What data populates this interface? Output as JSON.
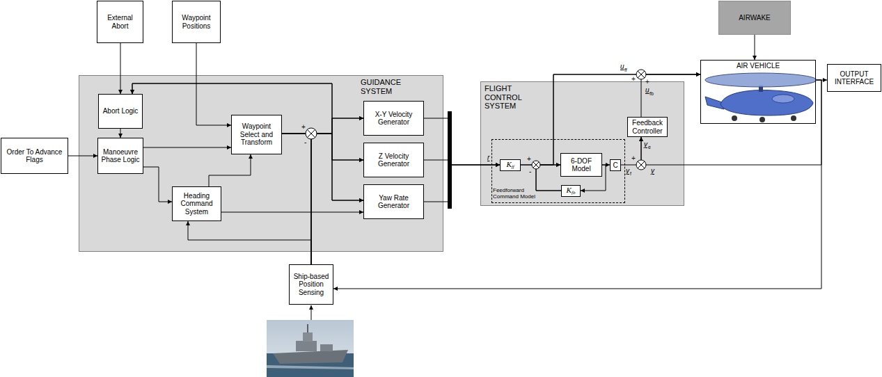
{
  "diagram": {
    "nodes": [
      {
        "text": [
          "External Abort"
        ]
      },
      {
        "text": [
          "Waypoint Positions"
        ]
      },
      {
        "text": [
          "GUIDANCE SYSTEM"
        ]
      },
      {
        "text": [
          "Abort Logic"
        ],
        "in": 2
      },
      {
        "text": [
          "Manoeuvre Phase Logic"
        ],
        "in": 2
      },
      {
        "text": [
          "Heading Command System"
        ],
        "in": 2
      },
      {
        "text": [
          "Waypoint Select and Transform"
        ],
        "in": 2
      },
      {
        "text": [
          "X-Y Velocity Generator"
        ],
        "in": 2
      },
      {
        "text": [
          "Z Velocity Generator"
        ],
        "in": 2
      },
      {
        "text": [
          "Yaw Rate Generator"
        ],
        "in": 2
      },
      {
        "text": [
          "Order To Advance Flags"
        ]
      },
      {
        "text": [
          "FLIGHT CONTROL SYSTEM"
        ]
      },
      {
        "text": [
          "Feedforward Command Model"
        ],
        "in": 11
      },
      {
        "text": [
          "K",
          "ff"
        ],
        "in": 12
      },
      {
        "text": [
          "6-DOF Model"
        ],
        "in": 12
      },
      {
        "text": [
          "C"
        ],
        "in": 12
      },
      {
        "text": [
          "K",
          "fb"
        ],
        "in": 12
      },
      {
        "text": [
          "Feedback Controller"
        ],
        "in": 11
      },
      {
        "text": [
          "AIRWAKE"
        ]
      },
      {
        "text": [
          "AIR VEHICLE"
        ]
      },
      {
        "text": [
          "OUTPUT INTERFACE"
        ]
      },
      {
        "text": [
          "Ship-based Position Sensing"
        ]
      }
    ],
    "edges": [
      {
        "from": 0,
        "to": 3,
        "arrow": "to"
      },
      {
        "from": 1,
        "to": 6,
        "arrow": "to"
      },
      {
        "from": 3,
        "to": 4,
        "arrow": "to"
      },
      {
        "from": 10,
        "to": 4,
        "arrow": "to"
      },
      {
        "from": 4,
        "to": 6,
        "arrow": "to"
      },
      {
        "from": 4,
        "to": 5,
        "arrow": "to"
      },
      {
        "from": 5,
        "to": 6,
        "arrow": "to"
      },
      {
        "from": 5,
        "to": 9,
        "arrow": "to"
      },
      {
        "from": 6,
        "to": 3,
        "arrow": "to"
      },
      {
        "from": 6,
        "to": 7,
        "arrow": "to"
      },
      {
        "from": 6,
        "to": 8,
        "arrow": "to"
      },
      {
        "from": 6,
        "to": 9,
        "arrow": "to"
      },
      {
        "from": 21,
        "to": 7,
        "arrow": "to"
      },
      {
        "from": 21,
        "to": 8,
        "arrow": "to"
      },
      {
        "from": 21,
        "to": 9,
        "arrow": "to"
      },
      {
        "from": 21,
        "to": 3,
        "arrow": "to"
      },
      {
        "from": 21,
        "to": 5,
        "arrow": "to"
      },
      {
        "from": 7,
        "to": 13,
        "arrow": "to"
      },
      {
        "from": 8,
        "to": 13,
        "arrow": "to"
      },
      {
        "from": 9,
        "to": 13,
        "arrow": "to"
      },
      {
        "from": 13,
        "to": 14,
        "arrow": "to"
      },
      {
        "from": 16,
        "to": 14,
        "arrow": "to"
      },
      {
        "from": 14,
        "to": 15,
        "arrow": "to"
      },
      {
        "from": 14,
        "to": 16,
        "arrow": "to"
      },
      {
        "from": 13,
        "to": 19,
        "arrow": "to"
      },
      {
        "from": 16,
        "to": 19,
        "arrow": "to"
      },
      {
        "from": 15,
        "to": 17,
        "arrow": "to"
      },
      {
        "from": 19,
        "to": 17,
        "arrow": "to"
      },
      {
        "from": 17,
        "to": 19,
        "arrow": "to"
      },
      {
        "from": 18,
        "to": 19,
        "arrow": "to"
      },
      {
        "from": 19,
        "to": 20,
        "arrow": "to"
      },
      {
        "from": 19,
        "to": 21,
        "arrow": "to"
      }
    ],
    "labels": [
      "+",
      "-",
      "r",
      "+",
      "-",
      "u",
      "ff",
      "+",
      "+",
      "u",
      "fb",
      "y",
      "e",
      "+",
      "y",
      "f",
      "y"
    ]
  }
}
